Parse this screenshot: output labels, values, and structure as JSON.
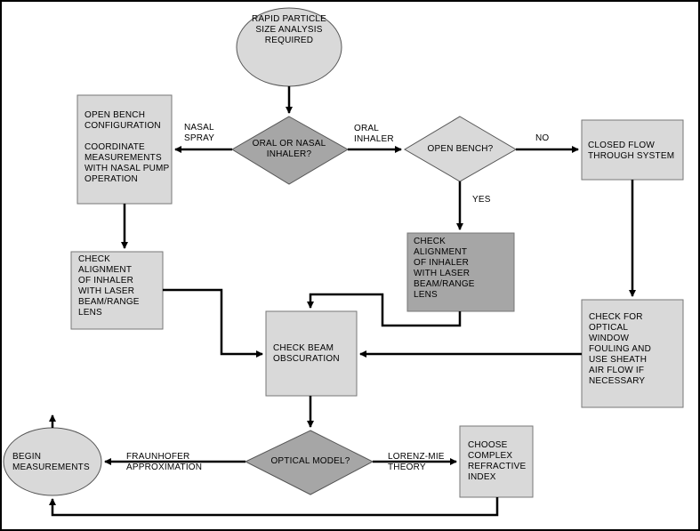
{
  "nodes": {
    "start": "RAPID PARTICLE\nSIZE  ANALYSIS\nREQUIRED",
    "oral_or_nasal": "ORAL OR NASAL\nINHALER?",
    "open_bench_config": "OPEN BENCH\nCONFIGURATION\n\nCOORDINATE\n MEASUREMENTS\nWITH NASAL PUMP\nOPERATION",
    "open_bench_q": "OPEN BENCH?",
    "closed_flow": "CLOSED FLOW\n THROUGH SYSTEM",
    "check_alignment_left": "CHECK\nALIGNMENT\nOF INHALER\nWITH LASER\nBEAM/RANGE\nLENS",
    "check_alignment_mid": "CHECK\nALIGNMENT\nOF INHALER\nWITH LASER\nBEAM/RANGE\nLENS",
    "check_window": "CHECK FOR\nOPTICAL\nWINDOW\nFOULING AND\nUSE SHEATH\nAIR FLOW IF\nNECESSARY",
    "check_beam": "CHECK BEAM\nOBSCURATION",
    "optical_model": "OPTICAL MODEL?",
    "choose_index": "CHOOSE\nCOMPLEX\nREFRACTIVE\nINDEX",
    "begin": "BEGIN\nMEASUREMENTS"
  },
  "edge_labels": {
    "nasal_spray": "NASAL\nSPRAY",
    "oral_inhaler": "ORAL\nINHALER",
    "no": "NO",
    "yes": "YES",
    "fraunhofer": "FRAUNHOFER\nAPPROXIMATION",
    "lorenz_mie": "LORENZ-MIE\nTHEORY"
  },
  "colors": {
    "light_fill": "#d9d9d9",
    "dark_fill": "#a6a6a6",
    "stroke": "#000000",
    "box_stroke": "#555555"
  }
}
